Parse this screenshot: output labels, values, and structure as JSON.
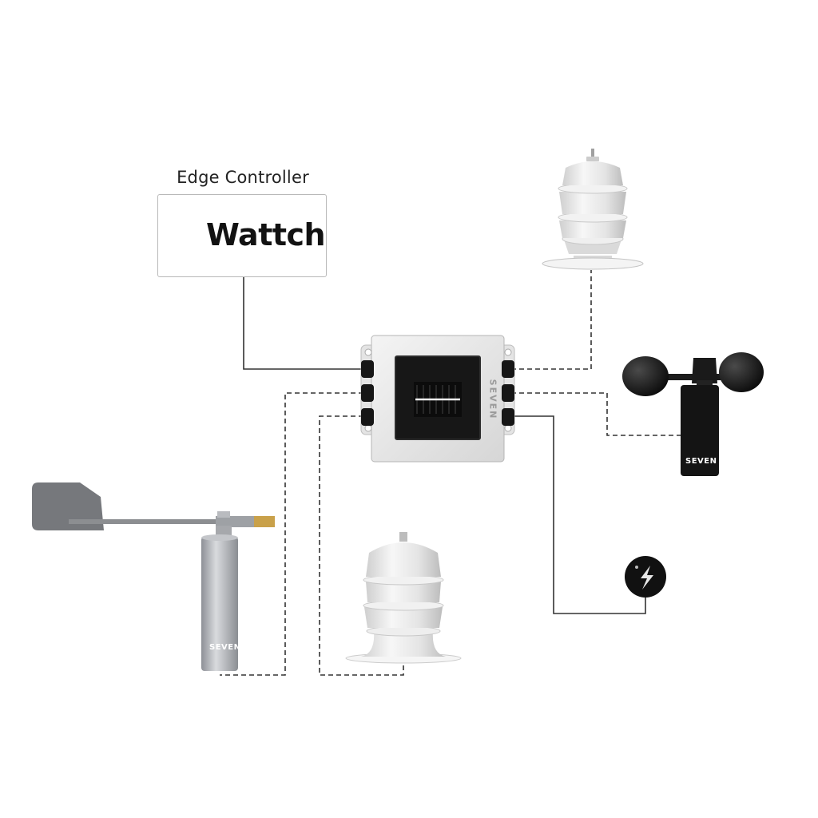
{
  "controller": {
    "caption": "Edge Controller",
    "brand": "Wattch"
  },
  "hub": {
    "brand": "SEVEN"
  },
  "sensors": {
    "wind_vane_brand": "SEVEN",
    "anemometer_brand": "SEVEN"
  },
  "colors": {
    "line": "#333333",
    "hub_body": "#ececec",
    "panel": "#1a1a1a",
    "shield": "#e6e6e6",
    "vane": "#8c8e91",
    "anemometer": "#151515",
    "brass": "#c9a14a"
  }
}
